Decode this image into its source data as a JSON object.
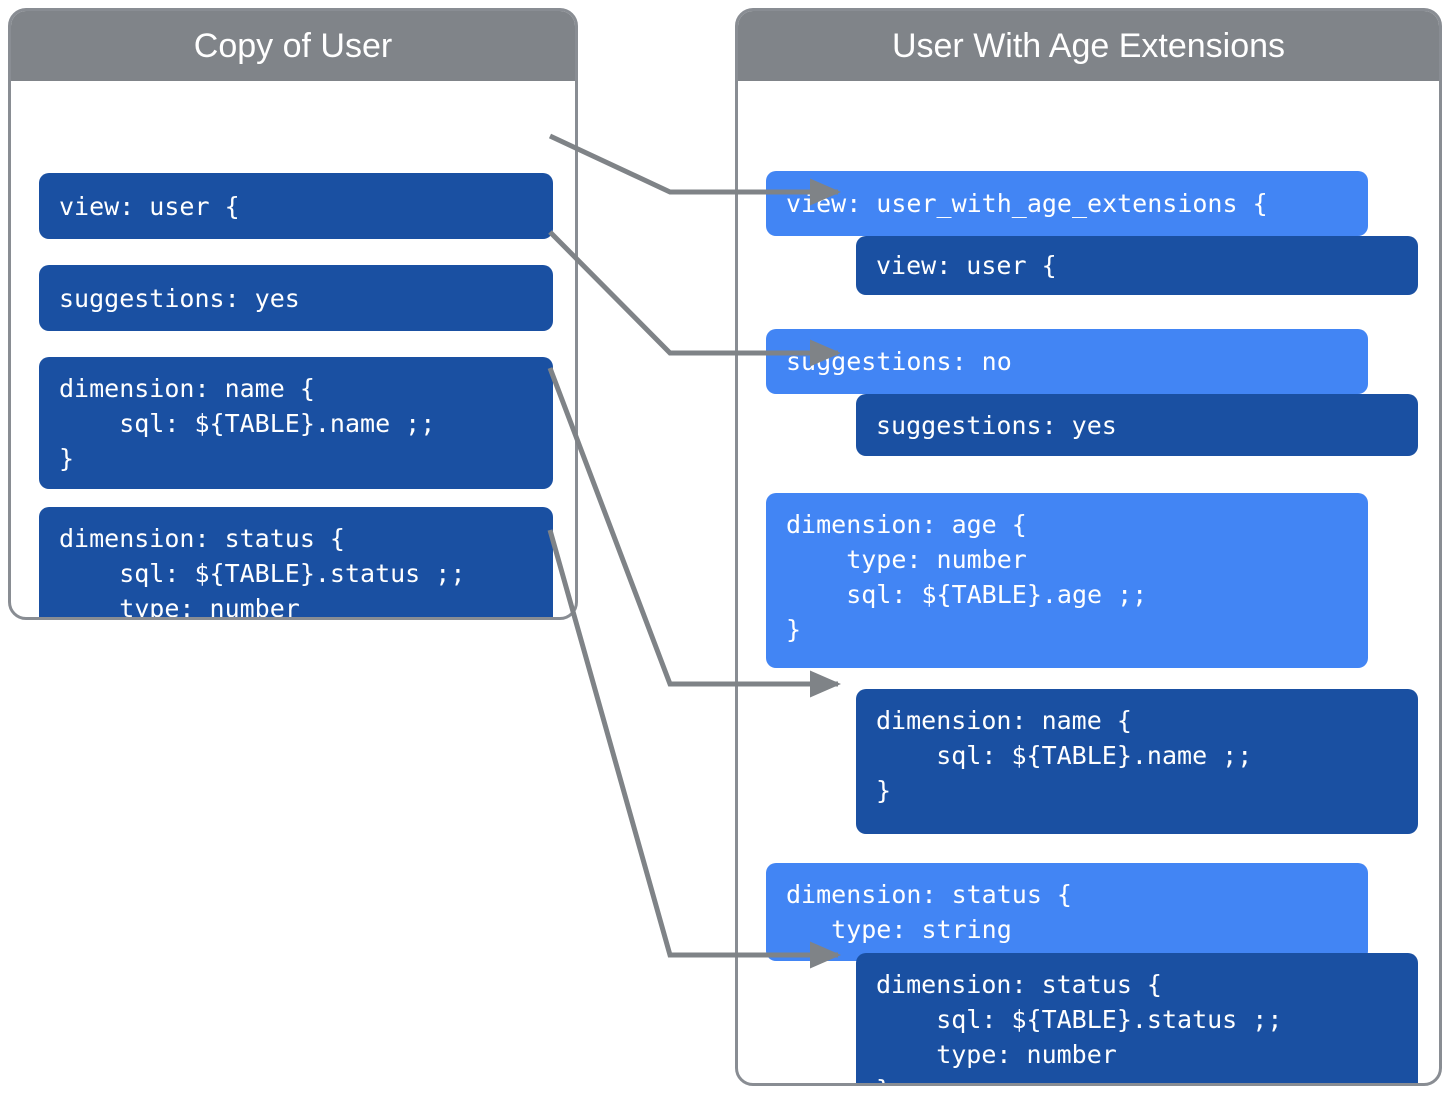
{
  "panels": {
    "left": {
      "title": "Copy of User",
      "blocks": [
        {
          "name": "view-block",
          "text": "view: user {"
        },
        {
          "name": "suggestions-block",
          "text": "suggestions: yes"
        },
        {
          "name": "dimension-name-block",
          "text": "dimension: name {\n    sql: ${TABLE}.name ;;\n}"
        },
        {
          "name": "dimension-status-block",
          "text": "dimension: status {\n    sql: ${TABLE}.status ;;\n    type: number\n}"
        }
      ]
    },
    "right": {
      "title": "User With Age Extensions",
      "blocks": [
        {
          "name": "view-extension-block",
          "text": "view: user_with_age_extensions {"
        },
        {
          "name": "view-base-block",
          "text": "view: user {"
        },
        {
          "name": "suggestions-ext-block",
          "text": "suggestions: no"
        },
        {
          "name": "suggestions-base-block",
          "text": "suggestions: yes"
        },
        {
          "name": "dimension-age-block",
          "text": "dimension: age {\n    type: number\n    sql: ${TABLE}.age ;;\n}"
        },
        {
          "name": "dimension-name-base-block",
          "text": "dimension: name {\n    sql: ${TABLE}.name ;;\n}"
        },
        {
          "name": "dimension-status-ext-block",
          "text": "dimension: status {\n   type: string"
        },
        {
          "name": "dimension-status-base-block",
          "text": "dimension: status {\n    sql: ${TABLE}.status ;;\n    type: number\n}"
        }
      ]
    }
  },
  "colors": {
    "header_gray": "#808489",
    "panel_border": "#898d93",
    "dark_blue": "#1a50a2",
    "light_blue": "#4285f4",
    "arrow_gray": "#7f8387",
    "text_white": "#ffffff"
  },
  "connectors": [
    {
      "name": "view-connector",
      "from": "left.view-block",
      "to": "right.view-base-block"
    },
    {
      "name": "suggestions-connector",
      "from": "left.suggestions-block",
      "to": "right.suggestions-base-block"
    },
    {
      "name": "name-connector",
      "from": "left.dimension-name-block",
      "to": "right.dimension-name-base-block"
    },
    {
      "name": "status-connector",
      "from": "left.dimension-status-block",
      "to": "right.dimension-status-base-block"
    }
  ]
}
